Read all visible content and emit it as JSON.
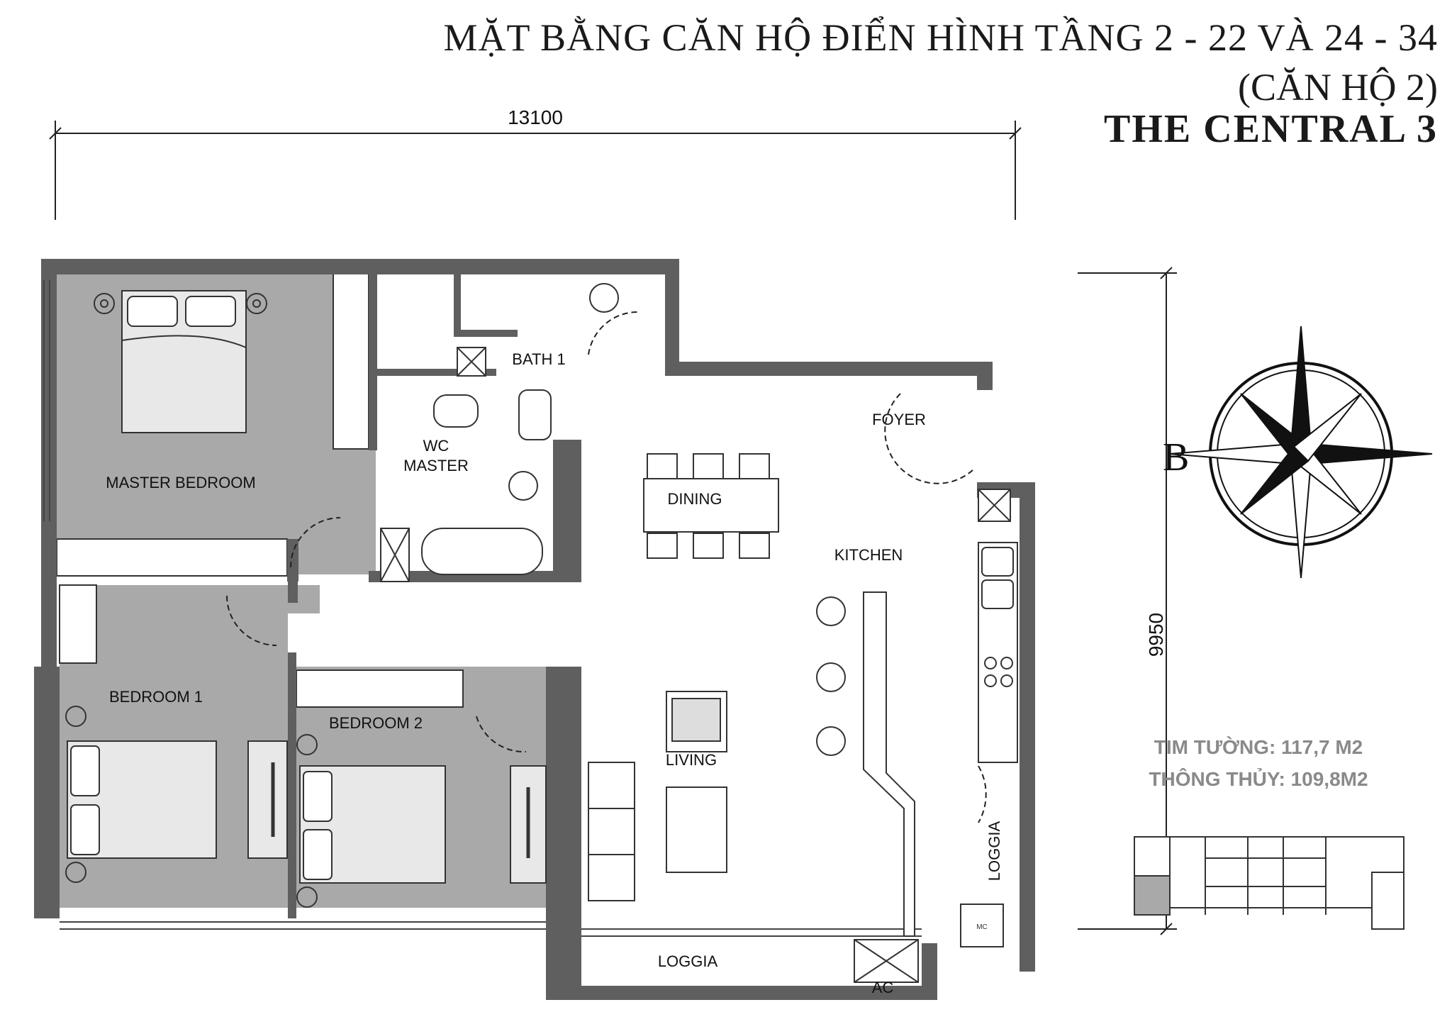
{
  "header": {
    "line1": "MẶT BẰNG CĂN HỘ ĐIỂN HÌNH TẦNG 2 - 22 VÀ 24 - 34",
    "line2": "(CĂN HỘ 2)",
    "line3": "THE CENTRAL 3"
  },
  "dimensions": {
    "width": "13100",
    "height": "9950"
  },
  "rooms": {
    "master_bedroom": "MASTER BEDROOM",
    "wc_master_1": "WC",
    "wc_master_2": "MASTER",
    "bath1": "BATH 1",
    "dining": "DINING",
    "foyer": "FOYER",
    "kitchen": "KITCHEN",
    "bedroom1": "BEDROOM 1",
    "bedroom2": "BEDROOM 2",
    "living": "LIVING",
    "loggia_right": "LOGGIA",
    "loggia_bottom": "LOGGIA",
    "ac": "AC",
    "mc": "MC"
  },
  "compass": {
    "direction_letter": "B"
  },
  "areas": {
    "tim_tuong": "TIM TƯỜNG: 117,7 M2",
    "thong_thuy": "THÔNG THỦY: 109,8M2"
  },
  "colors": {
    "wall": "#5f5f5f",
    "room_fill": "#a9a9a9",
    "bed_fill": "#e8e8e8",
    "line": "#222222"
  }
}
